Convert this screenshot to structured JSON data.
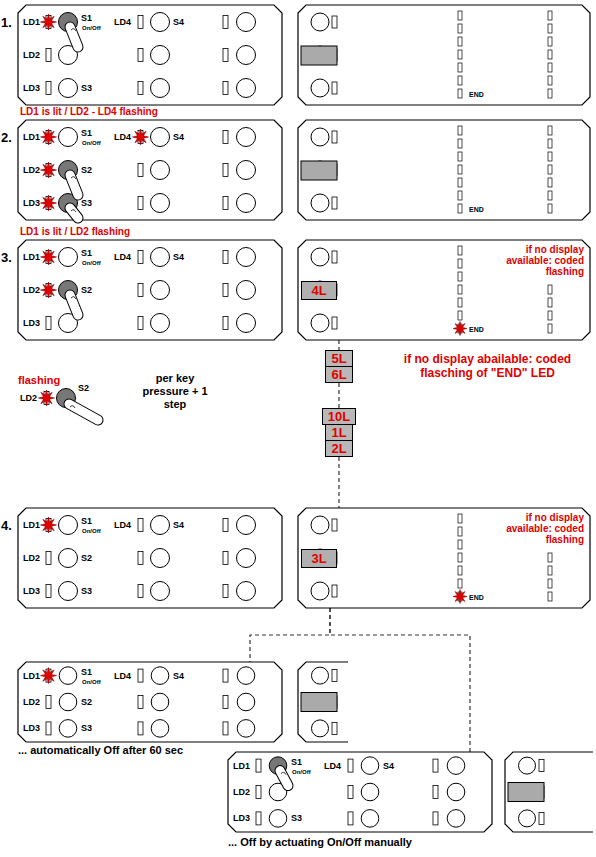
{
  "diagram": {
    "nodes": [
      {
        "text": [
          "1.",
          "LD1",
          "S1",
          "On/Off",
          "LD4",
          "S4",
          "LD2",
          "LD3",
          "S3"
        ]
      },
      {
        "text": [
          "END"
        ]
      },
      {
        "text": [
          "2.",
          "LD1 is lit / LD2 - LD4 flashing",
          "LD1",
          "S1",
          "On/Off",
          "LD4",
          "S4",
          "LD2",
          "S2",
          "LD3",
          "S3"
        ]
      },
      {
        "text": [
          "END"
        ]
      },
      {
        "text": [
          "3.",
          "LD1 is lit / LD2 flashing",
          "LD1",
          "S1",
          "On/Off",
          "LD4",
          "S4",
          "LD2",
          "S2",
          "LD3"
        ]
      },
      {
        "text": [
          "if no display available: coded flashing",
          "END"
        ]
      },
      {
        "text": [
          "4L"
        ],
        "in": 5
      },
      {
        "text": [
          "5L"
        ]
      },
      {
        "text": [
          "6L"
        ]
      },
      {
        "text": [
          "10L"
        ]
      },
      {
        "text": [
          "1L"
        ]
      },
      {
        "text": [
          "2L"
        ]
      },
      {
        "text": [
          "4.",
          "LD1",
          "S1",
          "On/Off",
          "LD4",
          "S4",
          "LD2",
          "S2",
          "LD3",
          "S3"
        ]
      },
      {
        "text": [
          "if no display available: coded flashing",
          "END"
        ]
      },
      {
        "text": [
          "3L"
        ],
        "in": 13
      },
      {
        "text": [
          "LD1",
          "S1",
          "On/Off",
          "LD4",
          "S4",
          "LD2",
          "S2",
          "LD3",
          "S3"
        ]
      },
      {
        "text": [
          "LD1",
          "S1",
          "On/Off",
          "LD4",
          "S4",
          "LD2",
          "LD3",
          "S3"
        ]
      }
    ],
    "edges": [
      {
        "from": 5,
        "to": 7,
        "arrow": "none"
      },
      {
        "from": 8,
        "to": 9,
        "arrow": "none"
      },
      {
        "from": 11,
        "to": 13,
        "arrow": "none"
      },
      {
        "from": 13,
        "to": 15,
        "arrow": "none"
      },
      {
        "from": 13,
        "to": 16,
        "arrow": "none"
      }
    ],
    "labels": [
      "flashing",
      "LD2",
      "S2",
      "per key pressure + 1 step",
      "if no display abailable: coded flasching of \"END\" LED",
      "... automatically Off after 60 sec",
      "... Off by actuating On/Off manually"
    ]
  }
}
